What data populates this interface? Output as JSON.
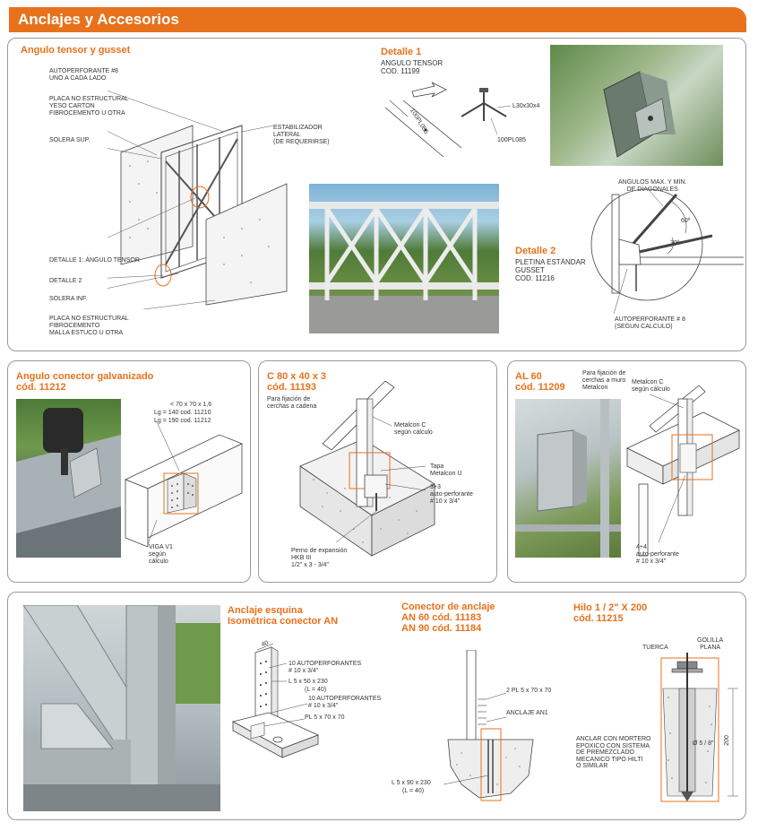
{
  "header": {
    "title": "Anclajes y Accesorios"
  },
  "panel1": {
    "title": "Angulo tensor y gusset",
    "labels": {
      "autoperforante1": "AUTOPERFORANTE #8",
      "autoperforante2": "UNO A CADA LADO",
      "placa1a": "PLACA NO ESTRUCTURAL",
      "placa1b": "YESO CARTON",
      "placa1c": "FIBROCEMENTO U OTRA",
      "solera_sup": "SOLERA SUP.",
      "estab1": "ESTABILIZADOR",
      "estab2": "LATERAL",
      "estab3": "(DE REQUERIRSE)",
      "detalle1": "DETALLE 1: ÁNGULO TENSOR",
      "detalle2": "DETALLE 2",
      "solera_inf": "SOLERA INF.",
      "placa2a": "PLACA NO ESTRUCTURAL",
      "placa2b": "FIBROCEMENTO",
      "placa2c": "MALLA ESTUCO U OTRA"
    },
    "detail1": {
      "title": "Detalle 1",
      "line1": "ANGULO TENSOR",
      "line2": "COD. 11199",
      "dim1": "100PL085",
      "dim2": "L30x30x4",
      "dim3": "100PL085"
    },
    "detail2": {
      "title": "Detalle 2",
      "line1": "PLETINA ESTÁNDAR",
      "line2": "GUSSET",
      "line3": "COD. 11216",
      "ang1": "ANGULOS MAX. Y MIN.",
      "ang2": "DE DIAGONALES",
      "deg60": "60º",
      "deg30": "30º",
      "auto1": "AUTOPERFORANTE # 8",
      "auto2": "(SEGUN CALCULO)"
    }
  },
  "panel2": {
    "title1": "Angulo conector galvanizado",
    "title2": "cód. 11212",
    "dim1": "< 70 x 70 x 1,6",
    "dim2": "Lg = 140 cod. 11210",
    "dim3": "Lg = 190 cod. 11212",
    "viga1": "VIGA V1",
    "viga2": "según",
    "viga3": "cálculo"
  },
  "panel3": {
    "title1": "C 80 x 40 x 3",
    "title2": "cód. 11193",
    "fij1": "Para fijación de",
    "fij2": "cerchas a cadena",
    "metal1": "Metalcon C",
    "metal2": "según cálculo",
    "tapa1": "Tapa",
    "tapa2": "Metalcon U",
    "auto1": "3+3",
    "auto2": "auto-perforante",
    "auto3": "# 10 x 3/4\"",
    "perno1": "Perno de expansión",
    "perno2": "HKB III",
    "perno3": "1/2\" x 3 - 3/4\""
  },
  "panel4": {
    "title1": "AL 60",
    "title2": "cód. 11209",
    "fij1": "Para fijación de",
    "fij2": "cerchas a muro",
    "fij3": "Metalcon",
    "metal1": "Metalcon C",
    "metal2": "según cálculo",
    "auto1": "4+4",
    "auto2": "auto-perforante",
    "auto3": "# 10 x 3/4\""
  },
  "panel5": {
    "esq": {
      "title1": "Anclaje esquina",
      "title2": "Isométrica conector AN",
      "dim40": "40",
      "l1": "10 AUTOPERFORANTES",
      "l2": "# 10 x 3/4\"",
      "l3": "L 5 x 50 x 230",
      "l4": "(L = 40)",
      "l5": "10 AUTOPERFORANTES",
      "l6": "# 10 x 3/4\"",
      "l7": "PL 5 x 70 x 70"
    },
    "con": {
      "title1": "Conector de anclaje",
      "title2": "AN 60 cód. 11183",
      "title3": "AN 90 cód. 11184",
      "l1": "2  PL  5 x 70 x 70",
      "l2": "ANCLAJE AN1",
      "l3": "L  5 x 90 x 230",
      "l4": "(L = 40)"
    },
    "hilo": {
      "title1": "Hilo  1 / 2\"  X  200",
      "title2": "cód. 11215",
      "tuerca": "TUERCA",
      "gol1": "GOLILLA",
      "gol2": "PLANA",
      "a1": "ANCLAR CON MORTERO",
      "a2": "EPOXICO CON SISTEMA",
      "a3": "DE PREMEZCLADO",
      "a4": "MECANICO TIPO HILTI",
      "a5": "O SIMILAR",
      "diam": "Ø  5 / 8\"",
      "len": "200"
    }
  }
}
